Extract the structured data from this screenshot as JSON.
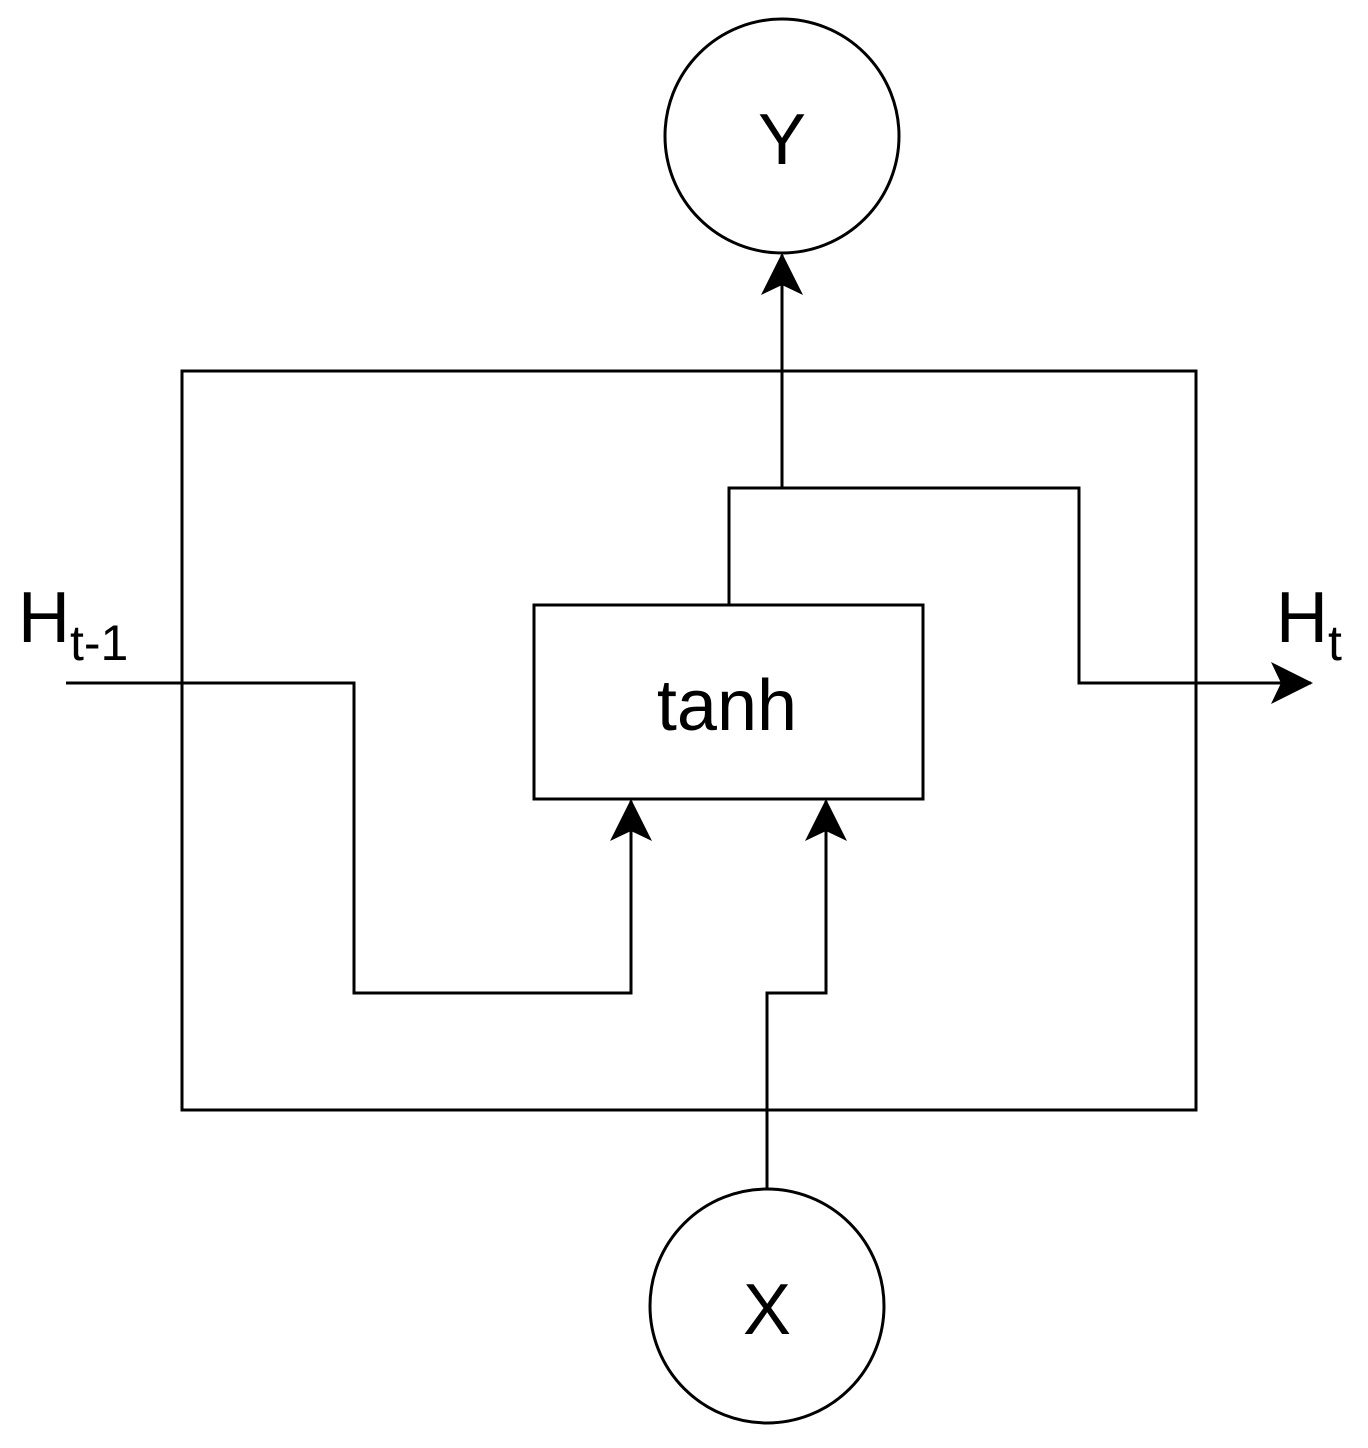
{
  "nodes": {
    "output": "Y",
    "input": "X",
    "activation": "tanh"
  },
  "hidden_in": {
    "base": "H",
    "sub": "t-1"
  },
  "hidden_out": {
    "base": "H",
    "sub": "t"
  }
}
